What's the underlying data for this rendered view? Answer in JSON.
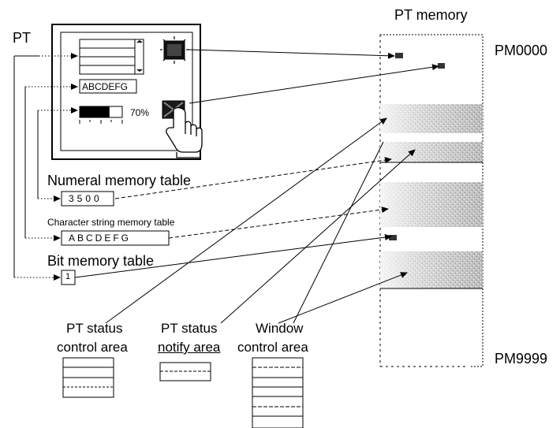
{
  "labels": {
    "pt": "PT",
    "pt_memory": "PT memory",
    "pm_start": "PM0000",
    "pm_end": "PM9999",
    "numeral_table": "Numeral memory table",
    "char_table": "Character string memory table",
    "bit_table": "Bit memory table",
    "status_control_1": "PT status",
    "status_control_2": "control area",
    "status_notify_1": "PT status",
    "status_notify_2": "notify area",
    "window_control_1": "Window",
    "window_control_2": "control area"
  },
  "screen": {
    "text_field": "ABCDEFG",
    "bar_percent": 70,
    "bar_label": "70%"
  },
  "tables": {
    "numeral_value": "3500",
    "char_value": "ABCDEFG",
    "bit_value": "1"
  }
}
